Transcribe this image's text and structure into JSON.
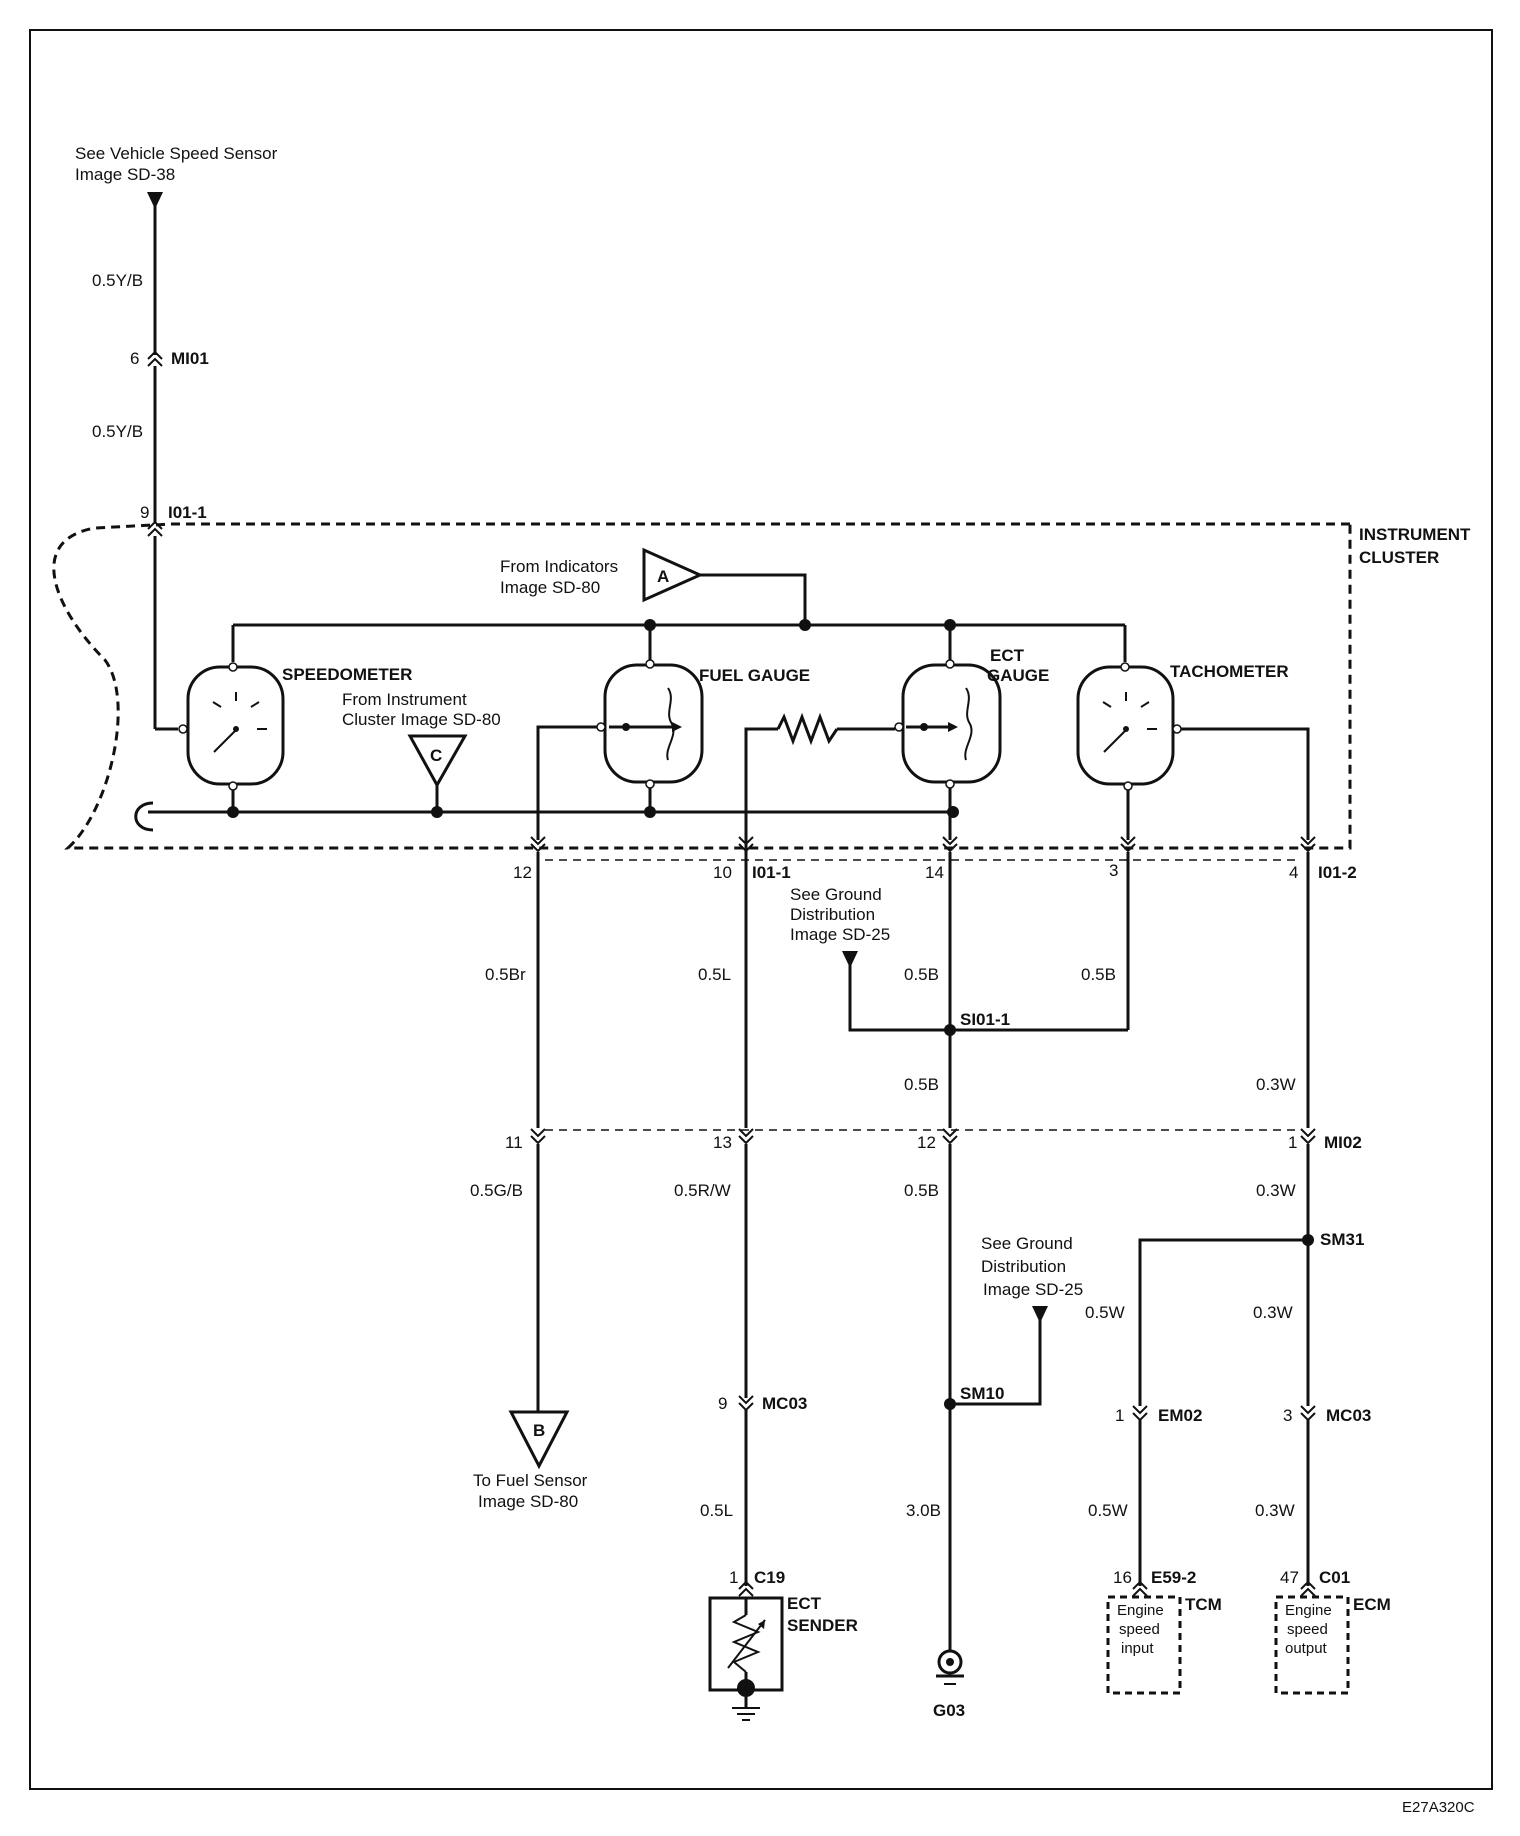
{
  "refs": {
    "vss_line1": "See Vehicle Speed Sensor",
    "vss_line2": "Image  SD-38",
    "ind_line1": "From Indicators",
    "ind_line2": "Image  SD-80",
    "ic_line1": "From Instrument",
    "ic_line2": "Cluster  Image  SD-80",
    "gnd1_line1": "See Ground",
    "gnd1_line2": "Distribution",
    "gnd1_line3": "Image  SD-25",
    "gnd2_line1": "See Ground",
    "gnd2_line2": "Distribution",
    "gnd2_line3": "Image  SD-25",
    "fuel_line1": "To Fuel Sensor",
    "fuel_line2": "Image  SD-80"
  },
  "cluster": {
    "line1": "INSTRUMENT",
    "line2": "CLUSTER"
  },
  "components": {
    "speedometer": "SPEEDOMETER",
    "fuel_gauge": "FUEL GAUGE",
    "ect_gauge_1": "ECT",
    "ect_gauge_2": "GAUGE",
    "tachometer": "TACHOMETER",
    "ect_sender_1": "ECT",
    "ect_sender_2": "SENDER",
    "tcm": "TCM",
    "ecm": "ECM",
    "tcm_box": [
      "Engine",
      "speed",
      "input"
    ],
    "ecm_box": [
      "Engine",
      "speed",
      "output"
    ]
  },
  "offpage": {
    "a": "A",
    "b": "B",
    "c": "C"
  },
  "connectors": {
    "mi01": "MI01",
    "mi01_pin": "6",
    "i01_1_top": "I01-1",
    "i01_1_top_pin": "9",
    "i01_1_bot": "I01-1",
    "i01_2": "I01-2",
    "pin12": "12",
    "pin10": "10",
    "pin14": "14",
    "pin3": "3",
    "pin4": "4",
    "mi02": "MI02",
    "pin11": "11",
    "pin13": "13",
    "pin12b": "12",
    "pin1": "1",
    "mc03_a": "MC03",
    "mc03_a_pin": "9",
    "mc03_b": "MC03",
    "mc03_b_pin": "3",
    "em02": "EM02",
    "em02_pin": "1",
    "c19": "C19",
    "c19_pin": "1",
    "e59_2": "E59-2",
    "e59_2_pin": "16",
    "c01": "C01",
    "c01_pin": "47"
  },
  "splices": {
    "si01_1": "SI01-1",
    "sm31": "SM31",
    "sm10": "SM10"
  },
  "ground": {
    "g03": "G03"
  },
  "wires": {
    "w_top1": "0.5Y/B",
    "w_top2": "0.5Y/B",
    "w_br": "0.5Br",
    "w_l": "0.5L",
    "w_b1": "0.5B",
    "w_b2": "0.5B",
    "w_b3": "0.5B",
    "w_w1": "0.3W",
    "w_gb": "0.5G/B",
    "w_rw": "0.5R/W",
    "w_b4": "0.5B",
    "w_w2": "0.3W",
    "w_w3": "0.5W",
    "w_w4": "0.3W",
    "w_l2": "0.5L",
    "w_b5": "3.0B",
    "w_w5": "0.5W",
    "w_w6": "0.3W"
  },
  "code": "E27A320C"
}
